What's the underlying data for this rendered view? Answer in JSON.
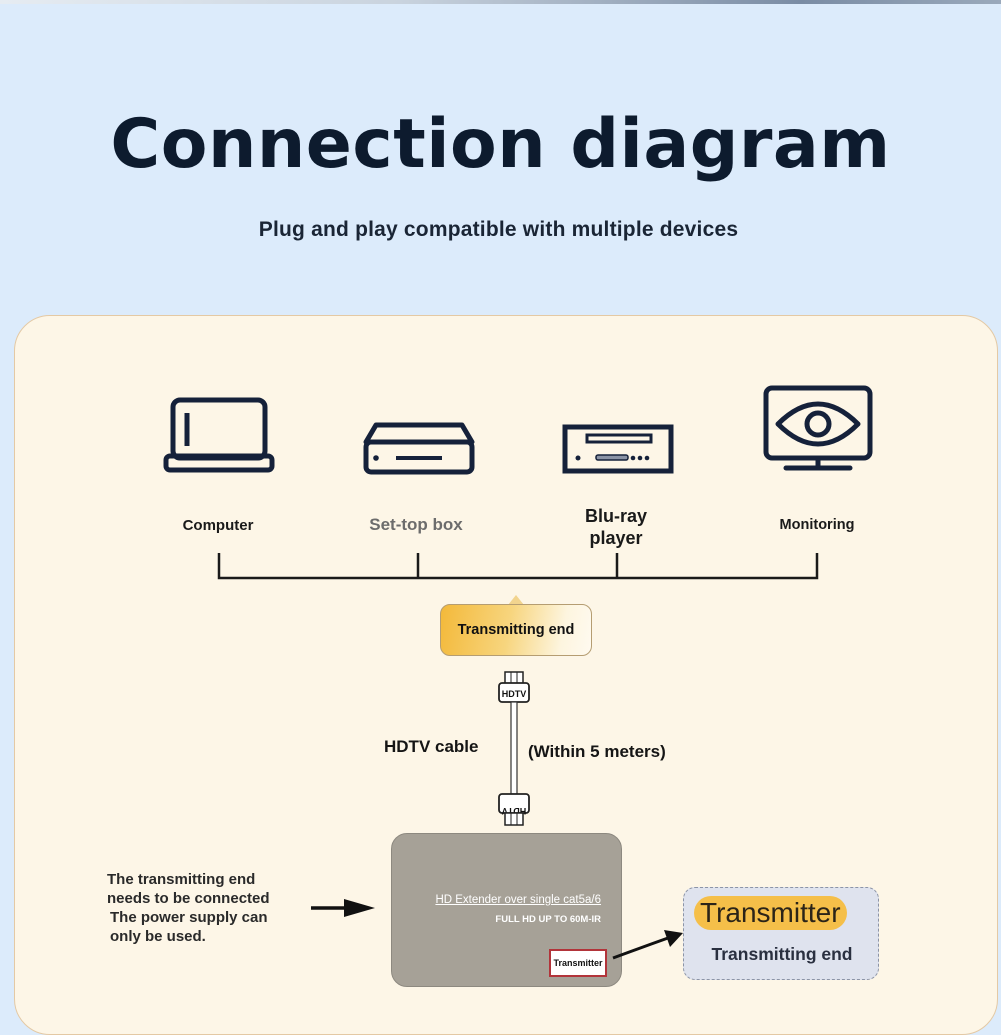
{
  "header": {
    "title": "Connection diagram",
    "subtitle": "Plug and play compatible with multiple devices"
  },
  "devices": [
    {
      "label": "Computer",
      "icon": "laptop-icon"
    },
    {
      "label": "Set-top box",
      "icon": "set-top-box-icon"
    },
    {
      "label": "Blu-ray player",
      "icon": "blu-ray-player-icon"
    },
    {
      "label": "Monitoring",
      "icon": "monitor-eye-icon"
    }
  ],
  "transmitting_bubble": {
    "label": "Transmitting end"
  },
  "cable": {
    "connector_label": "HDTV",
    "name": "HDTV cable",
    "length_note": "(Within 5 meters)"
  },
  "extender": {
    "line1": "HD Extender over single cat5a/6",
    "line2": "FULL HD UP TO 60M-IR",
    "tag": "Transmitter"
  },
  "power_note": {
    "lines": [
      "The transmitting end",
      "needs to be connected",
      "The power supply can",
      "only be used."
    ]
  },
  "transmitter_card": {
    "title": "Transmitter",
    "subtitle": "Transmitting end"
  },
  "colors": {
    "page_background": "#dcebfb",
    "panel_background": "#fdf6e7",
    "icon_navy": "#15213a",
    "accent_yellow": "#f5bf49",
    "extender_gray": "#a6a197",
    "tag_border_red": "#b2343a"
  }
}
